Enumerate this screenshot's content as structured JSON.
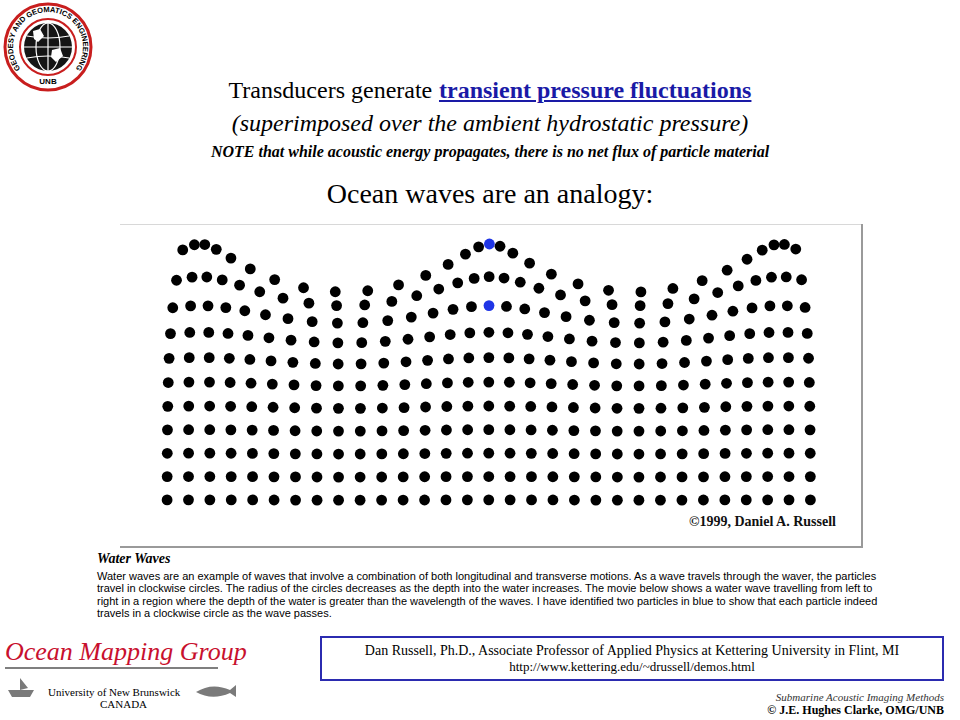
{
  "diagram": {
    "nodes": [
      {
        "text": [
          "Dan Russell, Ph.D., Associate Professor of Applied Physics at Kettering University in Flint, MI",
          "http://www.kettering.edu/~drussell/demos.html"
        ]
      }
    ],
    "labels": [
      "GEODESY AND GEOMATICS ENGINEERING",
      "UNB",
      "Transducers generate",
      "transient pressure fluctuations",
      "(superimposed over the ambient hydrostatic pressure)",
      "NOTE that while acoustic energy propagates, there is no net flux of particle material",
      "Ocean waves are an analogy:",
      "©1999, Daniel A. Russell",
      "Water Waves",
      "Water waves are an example of waves that involve a combination of both longitudinal and transverse motions. As a wave travels through the waver, the particles travel in clockwise circles. The radius of the circles decreases as the depth into the water increases. The movie below shows a water wave travelling from left to right in a region where the depth of the water is greater than the wavelength of the waves. I have identified two particles in blue to show that each particle indeed travels in a clockwise circle as the wave passes.",
      "Ocean Mapping Group",
      "University of New Brunswick",
      "CANADA",
      "Submarine Acoustic Imaging Methods",
      "© J.E. Hughes Clarke, OMG/UNB"
    ]
  }
}
